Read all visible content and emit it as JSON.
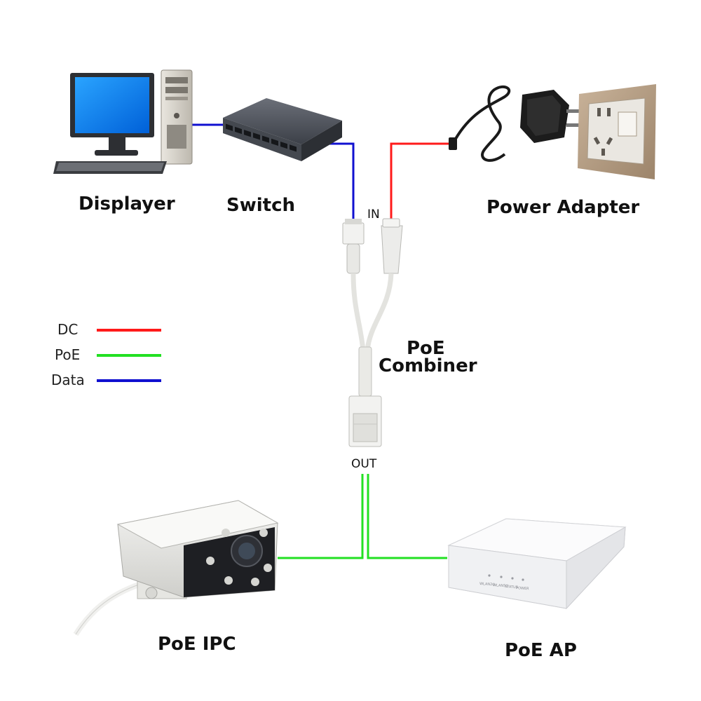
{
  "labels": {
    "displayer": "Displayer",
    "switch": "Switch",
    "power_adapter": "Power Adapter",
    "combiner_line1": "PoE",
    "combiner_line2": "Combiner",
    "ipc": "PoE IPC",
    "ap": "PoE AP",
    "in_port": "IN",
    "out_port": "OUT"
  },
  "legend": [
    {
      "label": "DC",
      "color": "#ff1a1a"
    },
    {
      "label": "PoE",
      "color": "#22e022"
    },
    {
      "label": "Data",
      "color": "#1010d0"
    }
  ],
  "colors": {
    "dc": "#ff1a1a",
    "poe": "#22e022",
    "data": "#1010d0"
  },
  "ap_leds": [
    "WLAN2G",
    "WLAN5G",
    "STATUS",
    "POWER"
  ],
  "icons": [
    "monitor-icon",
    "pc-tower-icon",
    "keyboard-icon",
    "network-switch-icon",
    "power-adapter-icon",
    "wall-socket-icon",
    "poe-combiner-cable-icon",
    "ip-camera-icon",
    "access-point-icon"
  ]
}
